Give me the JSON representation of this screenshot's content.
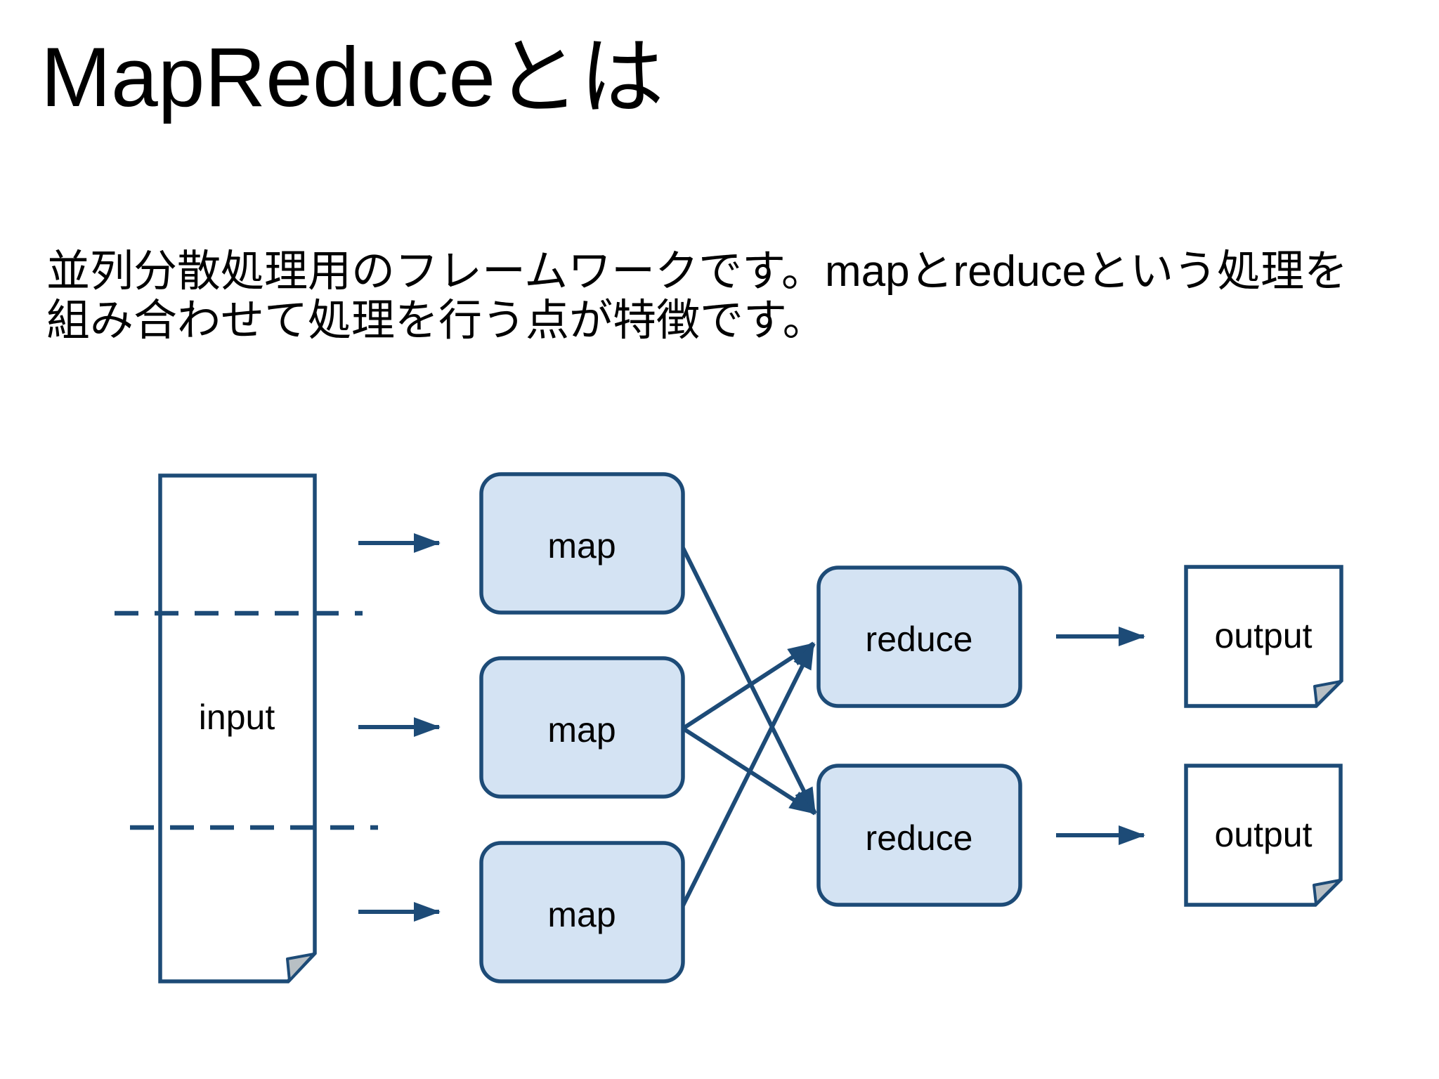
{
  "slide": {
    "title": "MapReduceとは",
    "body": {
      "line1": "並列分散処理用のフレームワークです。mapとreduceという処理を",
      "line2": "組み合わせて処理を行う点が特徴です。"
    }
  },
  "diagram": {
    "input": {
      "label": "input"
    },
    "maps": [
      {
        "label": "map"
      },
      {
        "label": "map"
      },
      {
        "label": "map"
      }
    ],
    "reduces": [
      {
        "label": "reduce"
      },
      {
        "label": "reduce"
      }
    ],
    "outputs": [
      {
        "label": "output"
      },
      {
        "label": "output"
      }
    ],
    "connections": [
      "input→map1",
      "input→map2",
      "input→map3",
      "map1→reduce2",
      "map2→reduce1",
      "map2→reduce2",
      "map3→reduce1",
      "reduce1→output1",
      "reduce2→output2"
    ],
    "colors": {
      "diagram_line": "#1d4b77",
      "box_fill": "#d4e3f3",
      "doc_fill": "#ffffff",
      "fold_fill": "#b8bfc4",
      "label_text": "#000000"
    }
  }
}
